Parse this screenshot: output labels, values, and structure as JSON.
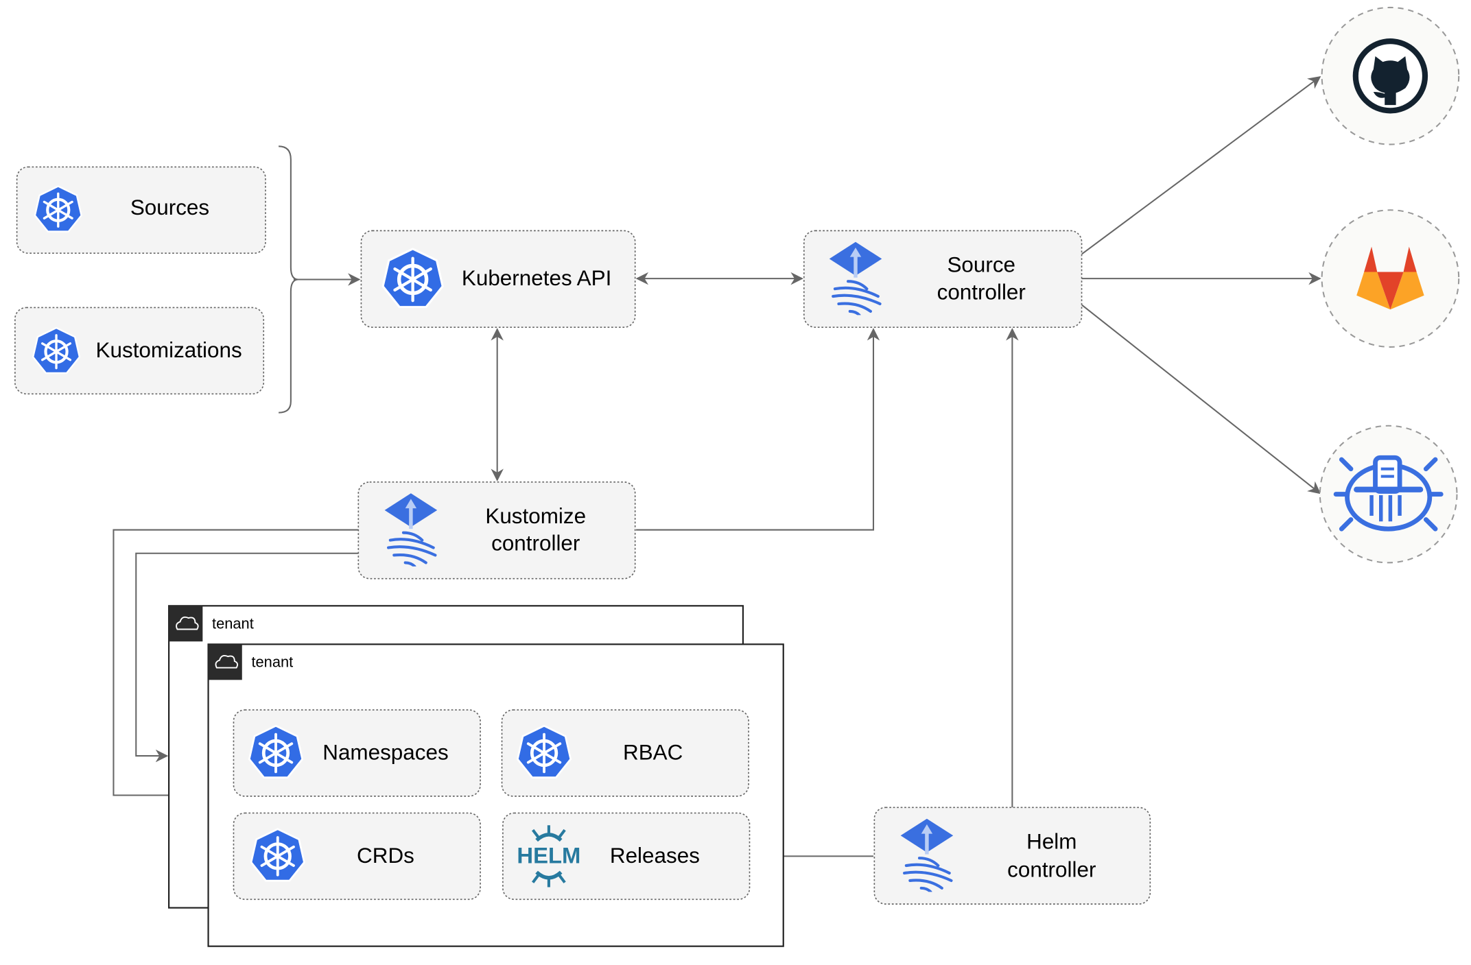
{
  "nodes": {
    "sources": "Sources",
    "kustomizations": "Kustomizations",
    "kubernetes_api": "Kubernetes API",
    "source_controller": [
      "Source",
      "controller"
    ],
    "kustomize_controller": [
      "Kustomize",
      "controller"
    ],
    "helm_controller": [
      "Helm",
      "controller"
    ],
    "namespaces": "Namespaces",
    "rbac": "RBAC",
    "crds": "CRDs",
    "releases": "Releases"
  },
  "tenants": [
    "tenant",
    "tenant"
  ],
  "helm_logo_text": "HELM",
  "external_sources": [
    "github-icon",
    "gitlab-icon",
    "bucket-icon"
  ],
  "colors": {
    "kubernetes_blue": "#326ce5",
    "flux_blue": "#3a6fe0",
    "gitlab_orange": "#e24329",
    "helm_blue": "#277a9f",
    "github_dark": "#13222f"
  }
}
